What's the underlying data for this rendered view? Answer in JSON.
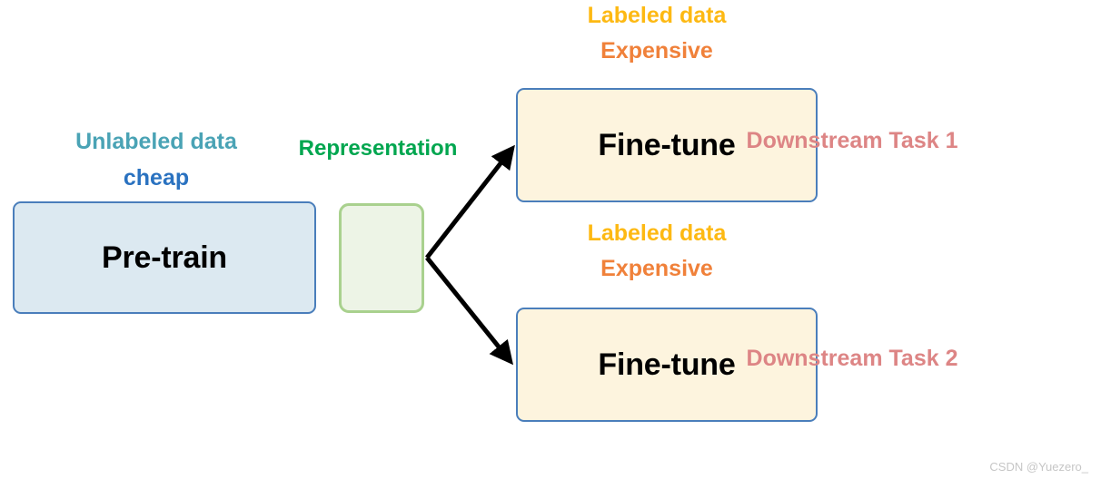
{
  "diagram": {
    "title": "Pre-train and Fine-tune pipeline",
    "nodes": {
      "pretrain": {
        "label": "Pre-train"
      },
      "representation": {
        "label": ""
      },
      "finetune_1": {
        "label": "Fine-tune"
      },
      "finetune_2": {
        "label": "Fine-tune"
      }
    },
    "captions": {
      "unlabeled_data": "Unlabeled data",
      "cheap": "cheap",
      "representation": "Representation",
      "labeled_data_1": "Labeled data",
      "expensive_1": "Expensive",
      "labeled_data_2": "Labeled data",
      "expensive_2": "Expensive",
      "downstream_task_1": "Downstream Task 1",
      "downstream_task_2": "Downstream Task 2"
    },
    "edges": [
      {
        "from": "representation",
        "to": "finetune_1",
        "style": "arrow"
      },
      {
        "from": "representation",
        "to": "finetune_2",
        "style": "arrow"
      }
    ],
    "colors": {
      "pretrain_fill": "#dce9f1",
      "pretrain_border": "#4a7ebb",
      "representation_fill": "#edf4e6",
      "representation_border": "#a9d18e",
      "finetune_fill": "#fdf4de",
      "finetune_border": "#4a7ebb",
      "unlabeled_text": "#4aa3b5",
      "cheap_text": "#2a72c0",
      "representation_text": "#00a64f",
      "labeled_text": "#fdb913",
      "expensive_text": "#f0813a",
      "downstream_text": "#dd8585",
      "arrow": "#000000",
      "background": "#ffffff"
    }
  },
  "watermark": {
    "text": "CSDN @Yuezero_"
  }
}
